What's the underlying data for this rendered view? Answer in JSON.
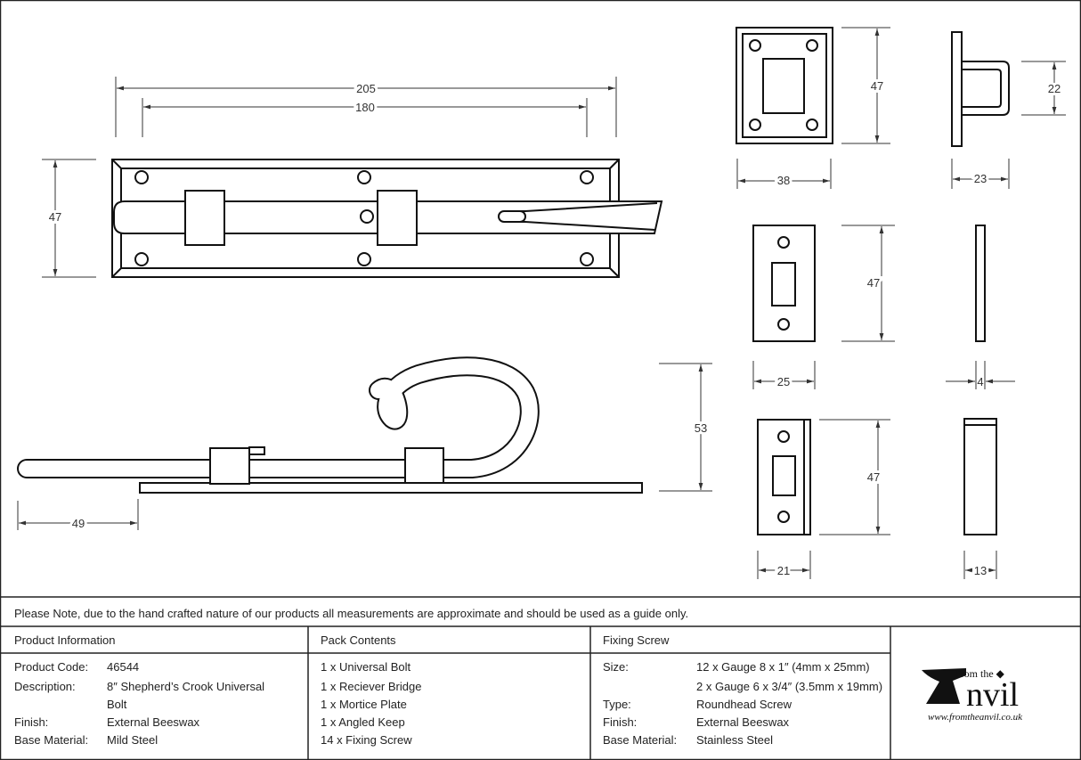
{
  "dimensions": {
    "bolt_overall_length": "205",
    "bolt_fixing_centres": "180",
    "bolt_plate_height": "47",
    "crook_height": "53",
    "bolt_projection": "49",
    "bridge_height": "47",
    "bridge_width": "38",
    "bridge_projection": "22",
    "bridge_depth": "23",
    "mortice_height": "47",
    "mortice_width": "25",
    "mortice_thickness": "4",
    "keep_height": "47",
    "keep_width": "21",
    "keep_depth": "13"
  },
  "note": "Please Note, due to the hand crafted nature of our products all measurements are approximate and should be used as a guide only.",
  "product_info": {
    "title": "Product Information",
    "rows": [
      {
        "label": "Product Code:",
        "value": "46544"
      },
      {
        "label": "Description:",
        "value": "8″ Shepherd’s Crook Universal"
      },
      {
        "label": "",
        "value": "Bolt"
      },
      {
        "label": "Finish:",
        "value": "External Beeswax"
      },
      {
        "label": "Base Material:",
        "value": "Mild Steel"
      }
    ]
  },
  "pack_contents": {
    "title": "Pack Contents",
    "items": [
      "1 x Universal Bolt",
      "1 x Reciever Bridge",
      "1 x Mortice Plate",
      "1 x Angled Keep",
      "14 x Fixing Screw"
    ]
  },
  "fixing_screw": {
    "title": "Fixing Screw",
    "rows": [
      {
        "label": "Size:",
        "value": "12 x Gauge 8 x 1″ (4mm x 25mm)"
      },
      {
        "label": "",
        "value": "2 x Gauge 6 x 3/4″ (3.5mm x 19mm)"
      },
      {
        "label": "Type:",
        "value": "Roundhead Screw"
      },
      {
        "label": "Finish:",
        "value": "External Beeswax"
      },
      {
        "label": "Base Material:",
        "value": "Stainless Steel"
      }
    ]
  },
  "logo": {
    "line1": "From the",
    "brand": "Anvil",
    "url": "www.fromtheanvil.co.uk"
  }
}
